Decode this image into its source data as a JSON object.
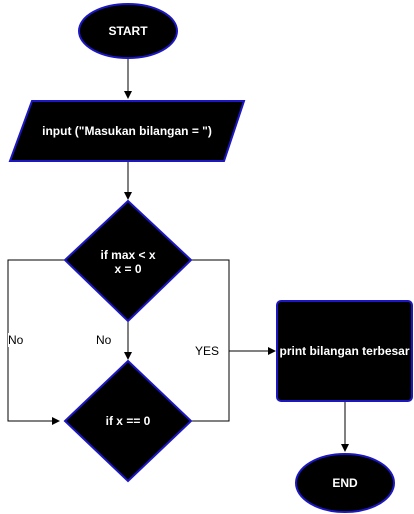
{
  "nodes": {
    "start": {
      "label": "START"
    },
    "input": {
      "label": "input (\"Masukan bilangan = \")"
    },
    "decision_max": {
      "line1": "if max < x",
      "line2": "x = 0"
    },
    "decision_x": {
      "label": "if x == 0"
    },
    "print": {
      "label": "print bilangan terbesar"
    },
    "end": {
      "label": "END"
    }
  },
  "edges": {
    "no_outer": "No",
    "no_inner": "No",
    "yes": "YES"
  },
  "colors": {
    "node_fill": "#000000",
    "node_stroke": "#1c17c2",
    "arrow": "#000000",
    "text": "#ffffff"
  }
}
